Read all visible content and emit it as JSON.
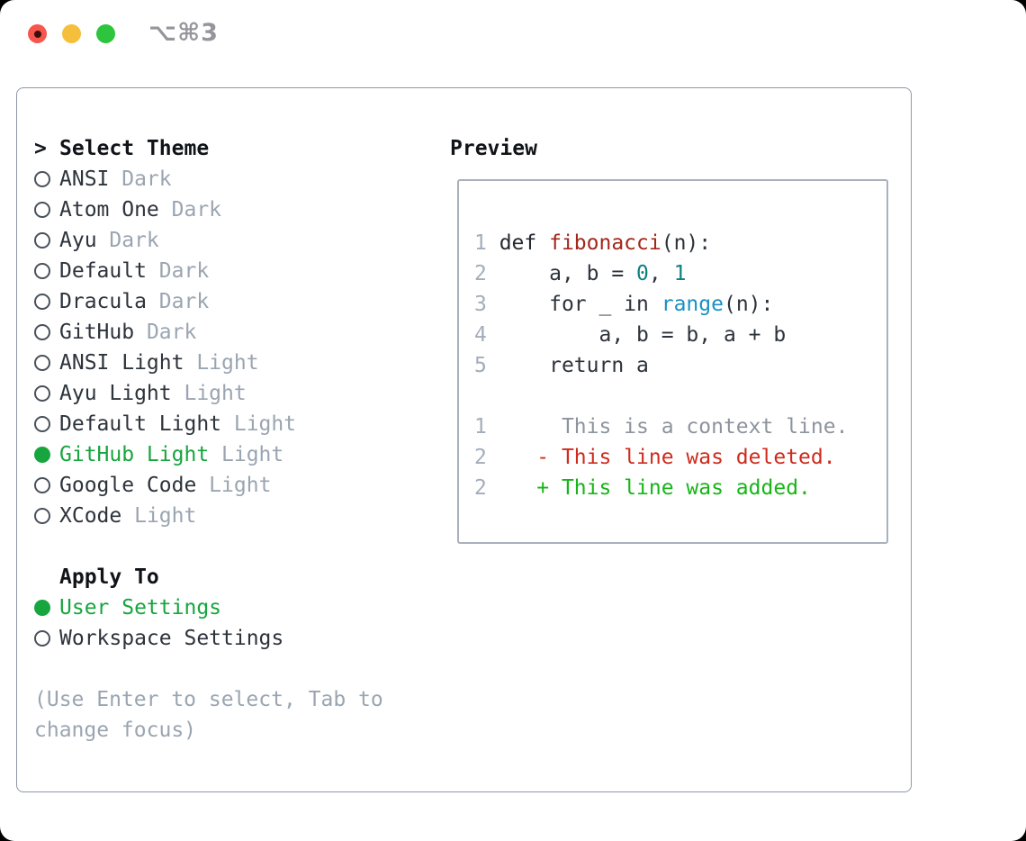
{
  "window": {
    "title": "⌥⌘3",
    "traffic_lights": [
      {
        "icon": "close-light-icon",
        "color": "#f6564d",
        "has_inner_dot": true
      },
      {
        "icon": "minimize-light-icon",
        "color": "#f5bf3c",
        "has_inner_dot": false
      },
      {
        "icon": "zoom-light-icon",
        "color": "#2dc53e",
        "has_inner_dot": false
      }
    ]
  },
  "theme_picker": {
    "prompt": ">",
    "header": "Select Theme",
    "items": [
      {
        "name": "ANSI",
        "variant": "Dark",
        "selected": false
      },
      {
        "name": "Atom One",
        "variant": "Dark",
        "selected": false
      },
      {
        "name": "Ayu",
        "variant": "Dark",
        "selected": false
      },
      {
        "name": "Default",
        "variant": "Dark",
        "selected": false
      },
      {
        "name": "Dracula",
        "variant": "Dark",
        "selected": false
      },
      {
        "name": "GitHub",
        "variant": "Dark",
        "selected": false
      },
      {
        "name": "ANSI Light",
        "variant": "Light",
        "selected": false
      },
      {
        "name": "Ayu Light",
        "variant": "Light",
        "selected": false
      },
      {
        "name": "Default Light",
        "variant": "Light",
        "selected": false
      },
      {
        "name": "GitHub Light",
        "variant": "Light",
        "selected": true
      },
      {
        "name": "Google Code",
        "variant": "Light",
        "selected": false
      },
      {
        "name": "XCode",
        "variant": "Light",
        "selected": false
      }
    ]
  },
  "apply_to": {
    "header": "Apply To",
    "items": [
      {
        "name": "User Settings",
        "selected": true
      },
      {
        "name": "Workspace Settings",
        "selected": false
      }
    ]
  },
  "help": {
    "lines": [
      "(Use Enter to select, Tab to",
      "change focus)"
    ]
  },
  "preview": {
    "header": "Preview",
    "lines": [
      [
        {
          "t": "1 ",
          "c": "ln"
        },
        {
          "t": "def ",
          "c": "kw"
        },
        {
          "t": "fibonacci",
          "c": "fn"
        },
        {
          "t": "(n):",
          "c": "pl"
        }
      ],
      [
        {
          "t": "2 ",
          "c": "ln"
        },
        {
          "t": "    a, b = ",
          "c": "pl"
        },
        {
          "t": "0",
          "c": "num"
        },
        {
          "t": ", ",
          "c": "pl"
        },
        {
          "t": "1",
          "c": "num"
        }
      ],
      [
        {
          "t": "3 ",
          "c": "ln"
        },
        {
          "t": "    for _ in ",
          "c": "pl"
        },
        {
          "t": "range",
          "c": "bi"
        },
        {
          "t": "(n):",
          "c": "pl"
        }
      ],
      [
        {
          "t": "4 ",
          "c": "ln"
        },
        {
          "t": "        a, b = b, a + b",
          "c": "pl"
        }
      ],
      [
        {
          "t": "5 ",
          "c": "ln"
        },
        {
          "t": "    return a",
          "c": "pl"
        }
      ],
      [],
      [
        {
          "t": "1 ",
          "c": "ln"
        },
        {
          "t": "     This is a context line.",
          "c": "ctx"
        }
      ],
      [
        {
          "t": "2 ",
          "c": "ln"
        },
        {
          "t": "   - This line was deleted.",
          "c": "del"
        }
      ],
      [
        {
          "t": "2 ",
          "c": "ln"
        },
        {
          "t": "   + This line was added.",
          "c": "add"
        }
      ]
    ]
  },
  "colors": {
    "selection_green": "#17a53e",
    "diff_added_green": "#17b517",
    "diff_deleted_red": "#ce2b1d",
    "context_gray": "#8d949d",
    "muted_gray": "#9aa5b1",
    "line_number_gray": "#a3adb9",
    "function_red": "#a3271c",
    "number_teal": "#0e7f82",
    "builtin_blue": "#1b8fc4",
    "frame_border": "#8e99a5",
    "preview_border": "#a9b1bb",
    "traffic_red": "#f6564d",
    "traffic_yellow": "#f5bf3c",
    "traffic_green": "#2dc53e"
  }
}
